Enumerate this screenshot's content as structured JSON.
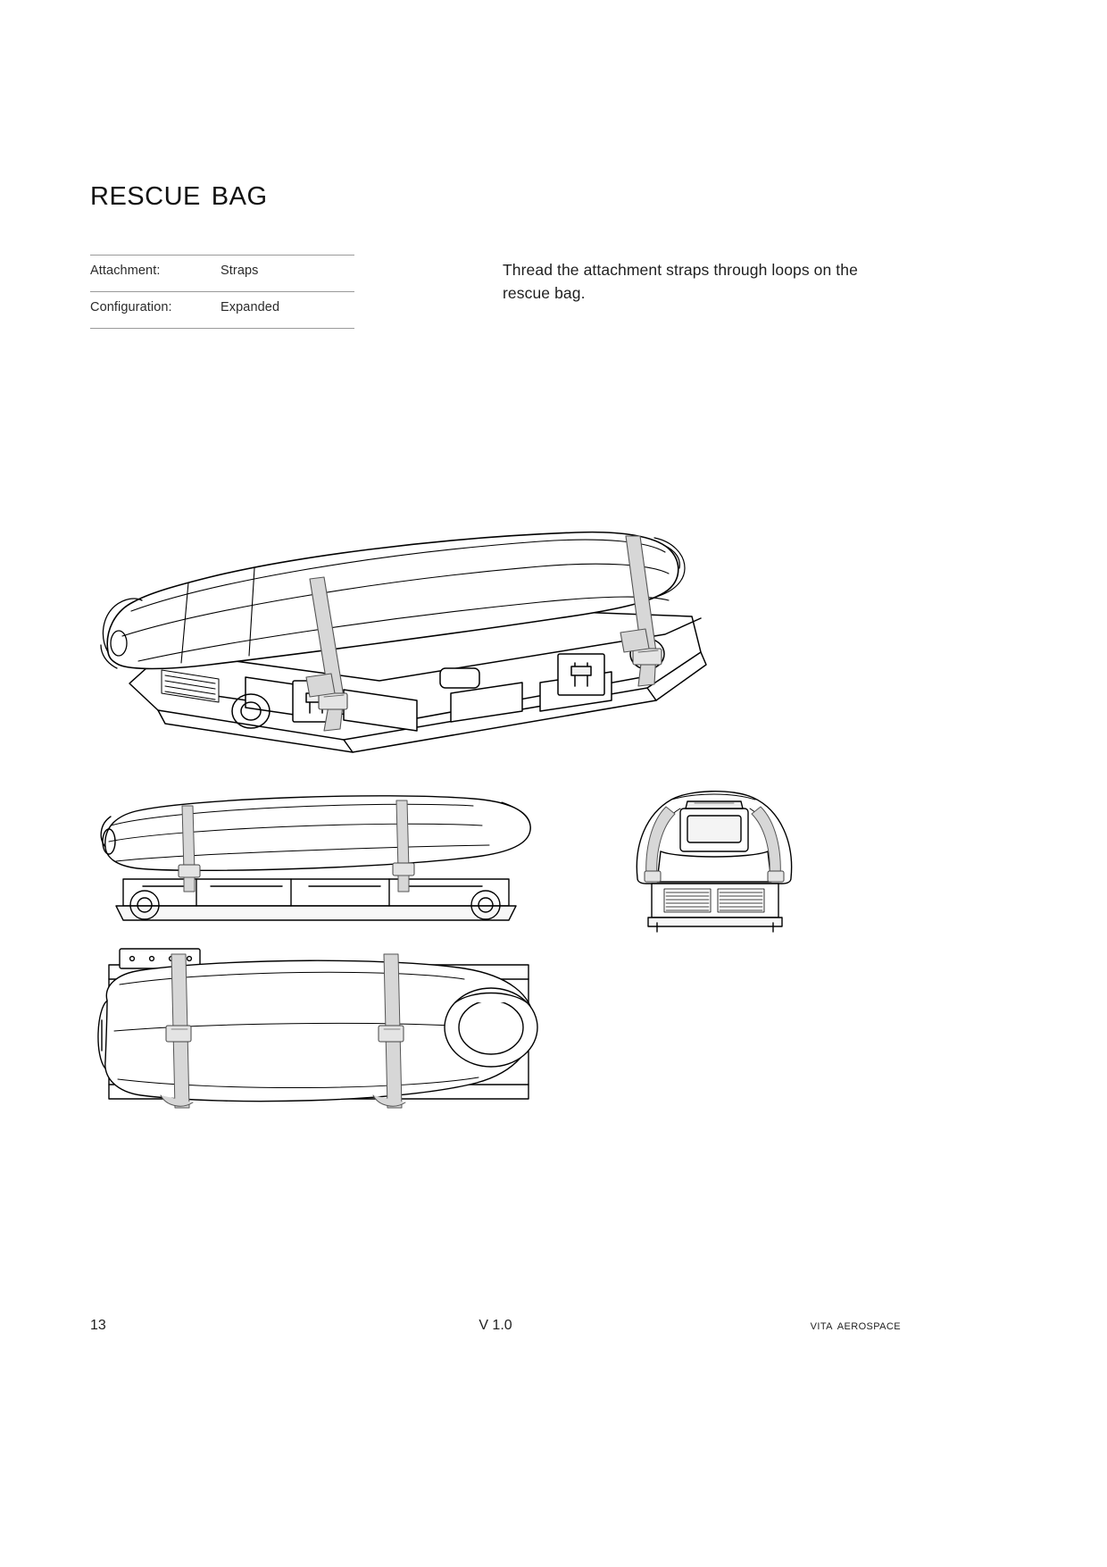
{
  "document": {
    "title": "Rescue Bag"
  },
  "spec_table": {
    "rows": [
      {
        "key": "Attachment:",
        "value": "Straps"
      },
      {
        "key": "Configuration:",
        "value": "Expanded"
      }
    ]
  },
  "instruction": {
    "text": "Thread the attachment straps through loops on the rescue bag."
  },
  "figures": [
    {
      "name": "isometric-view",
      "caption": "",
      "description": "Isometric line drawing of rescue bag secured with two straps onto a platform sled"
    },
    {
      "name": "side-elevation-view",
      "caption": "",
      "description": "Side elevation of rescue bag strapped to platform with wheels"
    },
    {
      "name": "front-elevation-view",
      "caption": "",
      "description": "Front elevation of rescue bag on platform with vented base"
    },
    {
      "name": "top-plan-view",
      "caption": "",
      "description": "Top plan view of rescue bag with two transverse straps"
    }
  ],
  "footer": {
    "page_number": "13",
    "version": "V 1.0",
    "brand": "Vita Aerospace"
  },
  "colors": {
    "text": "#1a1a1a",
    "rule": "#9a9a9a",
    "line_art": "#000000",
    "strap_fill": "#d7d7d7",
    "panel_fill": "#f2f2f2",
    "background": "#ffffff"
  }
}
